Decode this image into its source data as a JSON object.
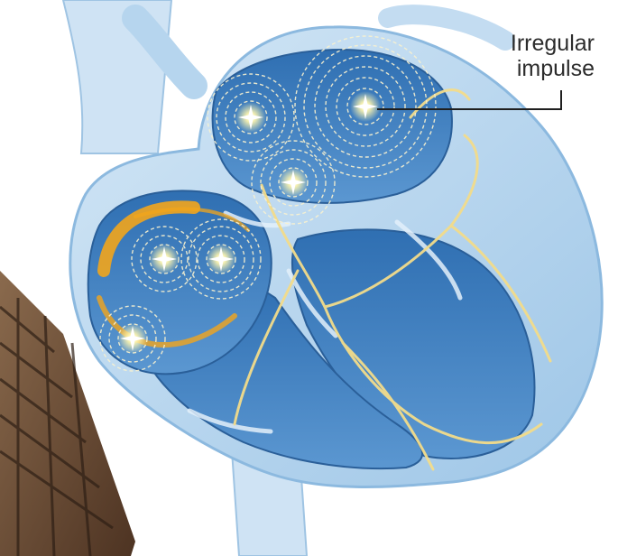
{
  "annotation": {
    "line1": "Irregular",
    "line2": "impulse"
  },
  "colors": {
    "chamber_blue": "#4a86c4",
    "wall_light_blue": "#a9cdea",
    "impulse_yellow": "#fff4a8",
    "node_orange": "#f2a51c",
    "photo_rust": "#6b4a32"
  },
  "impulse_count": 6,
  "icons": [
    "sparkle-icon"
  ]
}
